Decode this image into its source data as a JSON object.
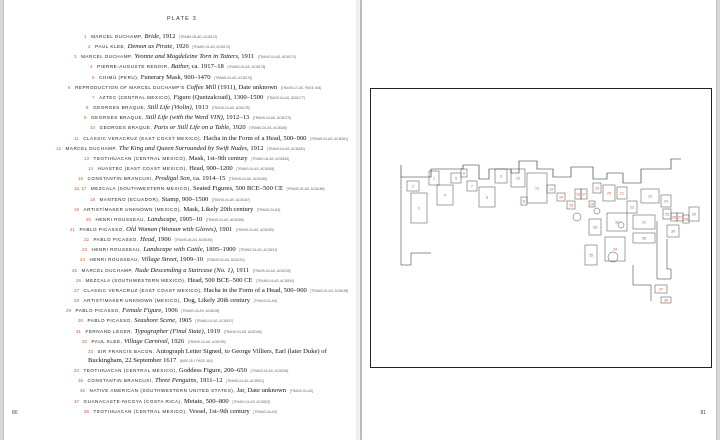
{
  "plate_title": "PLATE 3",
  "folio_left": "80",
  "folio_right": "81",
  "entries": [
    {
      "num": "1",
      "artist": "Marcel Duchamp,",
      "title": "Bride,",
      "title_italic": true,
      "date": "1912",
      "credit": "[TRANS-05-AD, ACI8172]"
    },
    {
      "num": "2",
      "artist": "Paul Klee,",
      "title": "Demon as Pirate,",
      "title_italic": true,
      "date": "1926",
      "credit": "[TRANS-04-AS, ACI8173]"
    },
    {
      "num": "3",
      "artist": "Marcel Duchamp,",
      "title": "Yvonne and Magdeleine Torn in Tatters,",
      "title_italic": true,
      "date": "1911",
      "credit": "[TRANS-04-AS, ACI8174]"
    },
    {
      "num": "4",
      "artist": "Pierre-Auguste Renoir,",
      "title": "Bather,",
      "title_italic": true,
      "date": "ca. 1917–18",
      "credit": "[TRANS-04-AS, ACI8175]"
    },
    {
      "num": "5",
      "artist": "Chimú (Peru),",
      "title": "Funerary Mask,",
      "title_italic": false,
      "date": "900–1470",
      "credit": "[TRANS-04-AS, ACI8176]"
    },
    {
      "num": "6",
      "artist": "Reproduction of Marcel Duchamp's",
      "title": "Coffee Mill",
      "title_italic": true,
      "date": "(1911), Date unknown",
      "credit": "[TRANS-17-AS, PAGE 404]"
    },
    {
      "num": "7",
      "artist": "Aztec (Central Mexico),",
      "title": "Figure (Quetzalcoatl),",
      "title_italic": false,
      "date": "1300–1500",
      "credit": "[TRANS-04-AS, ACI8177]"
    },
    {
      "num": "8",
      "artist": "Georges Braque,",
      "title": "Still Life (Violin),",
      "title_italic": true,
      "date": "1913",
      "credit": "[TRANS-04-AS, ACI8178]"
    },
    {
      "num": "9",
      "artist": "Georges Braque,",
      "title": "Still Life (with the Word VIN),",
      "title_italic": true,
      "date": "1912–13",
      "credit": "[TRANS-04-AS, ACI8179]"
    },
    {
      "num": "10",
      "artist": "Georges Braque,",
      "title": "Paris or Still Life on a Table,",
      "title_italic": true,
      "date": "1920",
      "credit": "[TRANS-04-AS, ACI8180]"
    },
    {
      "num": "11",
      "artist": "Classic Veracruz (East Coast Mexico),",
      "title": "Hacha in the Form of a Head,",
      "title_italic": false,
      "date": "500–900",
      "credit": "[TRANS-04-AS, ACI8181]"
    },
    {
      "num": "12",
      "artist": "Marcel Duchamp,",
      "title": "The King and Queen Surrounded by Swift Nudes,",
      "title_italic": true,
      "date": "1912",
      "credit": "[TRANS-04-AS, ACI8182]"
    },
    {
      "num": "13",
      "artist": "Teotihuacan (Central Mexico),",
      "title": "Mask,",
      "title_italic": false,
      "date": "1st–9th century",
      "credit": "[TRANS-04-AS, ACI8183]"
    },
    {
      "num": "14",
      "artist": "Huastec (East Coast Mexico),",
      "title": "Head,",
      "title_italic": false,
      "date": "900–1200",
      "credit": "[TRANS-04-AS, ACI8184]"
    },
    {
      "num": "15",
      "artist": "Constantin Brancusi,",
      "title": "Prodigal Son,",
      "title_italic": true,
      "date": "ca. 1914–15",
      "credit": "[TRANS-04-AS, ACI8185]"
    },
    {
      "num": "16, 17",
      "artist": "Mezcala (Southwestern Mexico),",
      "title": "Seated Figures,",
      "title_italic": false,
      "date": "500 BCE–500 CE",
      "credit": "[TRANS-04-AS, ACI8186]"
    },
    {
      "num": "18",
      "artist": "Manteño (Ecuador),",
      "title": "Stamp,",
      "title_italic": false,
      "date": "900–1500",
      "credit": "[TRANS-04-AS, ACI8187]"
    },
    {
      "num": "19",
      "artist": "Artist/maker unknown (Mexico),",
      "title": "Mask,",
      "title_italic": false,
      "date": "Likely 20th century",
      "credit": "[TRANS-04-AS]"
    },
    {
      "num": "20",
      "artist": "Henri Rousseau,",
      "title": "Landscape,",
      "title_italic": true,
      "date": "1905–10",
      "credit": "[TRANS-04-AS, ACI8188]"
    },
    {
      "num": "21",
      "artist": "Pablo Picasso,",
      "title": "Old Woman (Woman with Gloves),",
      "title_italic": true,
      "date": "1901",
      "credit": "[TRANS-04-AS, ACI8189]"
    },
    {
      "num": "22",
      "artist": "Pablo Picasso,",
      "title": "Head,",
      "title_italic": true,
      "date": "1906",
      "credit": "[TRANS-04-AS, ACI8190]"
    },
    {
      "num": "23",
      "artist": "Henri Rousseau,",
      "title": "Landscape with Cattle,",
      "title_italic": true,
      "date": "1895–1900",
      "credit": "[TRANS-04-AS, ACI8191]"
    },
    {
      "num": "24",
      "artist": "Henri Rousseau,",
      "title": "Village Street,",
      "title_italic": true,
      "date": "1909–10",
      "credit": "[TRANS-04-AS, ACI8192]"
    },
    {
      "num": "25",
      "artist": "Marcel Duchamp,",
      "title": "Nude Descending a Staircase (No. 1),",
      "title_italic": true,
      "date": "1911",
      "credit": "[TRANS-04-AS, ACI8193]"
    },
    {
      "num": "26",
      "artist": "Mezcala (Southwestern Mexico),",
      "title": "Head,",
      "title_italic": false,
      "date": "500 BCE–500 CE",
      "credit": "[TRANS-04-AS, ACI8194]"
    },
    {
      "num": "27",
      "artist": "Classic Veracruz (East Coast Mexico),",
      "title": "Hacha in the Form of a Head,",
      "title_italic": false,
      "date": "500–900",
      "credit": "[TRANS-04-AS, ACI8195]"
    },
    {
      "num": "28",
      "artist": "Artist/maker unknown (Mexico),",
      "title": "Dog,",
      "title_italic": false,
      "date": "Likely 20th century",
      "credit": "[TRANS-04-AS]"
    },
    {
      "num": "29",
      "artist": "Pablo Picasso,",
      "title": "Female Figure,",
      "title_italic": true,
      "date": "1906",
      "credit": "[TRANS-04-AS, ACI8196]"
    },
    {
      "num": "30",
      "artist": "Pablo Picasso,",
      "title": "Seashore Scene,",
      "title_italic": true,
      "date": "1905",
      "credit": "[TRANS-04-AS, ACI8197]"
    },
    {
      "num": "31",
      "artist": "Fernand Léger,",
      "title": "Typographer (Final State),",
      "title_italic": true,
      "date": "1919",
      "credit": "[TRANS-04-AS, ACI8198]"
    },
    {
      "num": "32",
      "artist": "Paul Klee,",
      "title": "Village Carnival,",
      "title_italic": true,
      "date": "1926",
      "credit": "[TRANS-04-AS, ACI8199]"
    },
    {
      "num": "33",
      "artist": "Sir Francis Bacon,",
      "title": "Autograph Letter Signed, to George Villiers, Earl (later Duke) of Buckingham,",
      "title_italic": false,
      "date": "22 September 1617",
      "credit": "[MSS 25.1 PAGE 404]",
      "two_line": true
    },
    {
      "num": "34",
      "artist": "Teotihuacan (Central Mexico),",
      "title": "Goddess Figure,",
      "title_italic": false,
      "date": "200–650",
      "credit": "[TRANS-04-AS, ACI8200]"
    },
    {
      "num": "35",
      "artist": "Constantin Brancusi,",
      "title": "Three Penguins,",
      "title_italic": true,
      "date": "1911–12",
      "credit": "[TRANS-04-AS, ACI8201]"
    },
    {
      "num": "36",
      "artist": "Native American (Southwestern United States),",
      "title": "Jar,",
      "title_italic": false,
      "date": "Date unknown",
      "credit": "[TRANS-04-AS]"
    },
    {
      "num": "37",
      "artist": "Guanacaste-Nicoya (Costa Rica),",
      "title": "Metate,",
      "title_italic": false,
      "date": "500–800",
      "credit": "[TRANS-04-AS, ACI8202]"
    },
    {
      "num": "38",
      "artist": "Teotihuacan (Central Mexico),",
      "title": "Vessel,",
      "title_italic": false,
      "date": "1st–9th century",
      "credit": "[TRANS-04-AS]"
    }
  ],
  "diagram_labels": [
    "1",
    "2",
    "3",
    "4",
    "5",
    "6",
    "7",
    "8",
    "9",
    "10",
    "11",
    "12",
    "13",
    "14",
    "15",
    "16",
    "17",
    "18",
    "19",
    "20",
    "21",
    "22",
    "23",
    "24",
    "25",
    "26",
    "27",
    "28",
    "29",
    "30",
    "31",
    "32",
    "33",
    "34",
    "35",
    "36",
    "37",
    "38"
  ],
  "colors": {
    "accent": "#c75a2c",
    "ink": "#111111",
    "paper": "#ffffff",
    "backdrop": "#d9d9d9"
  }
}
